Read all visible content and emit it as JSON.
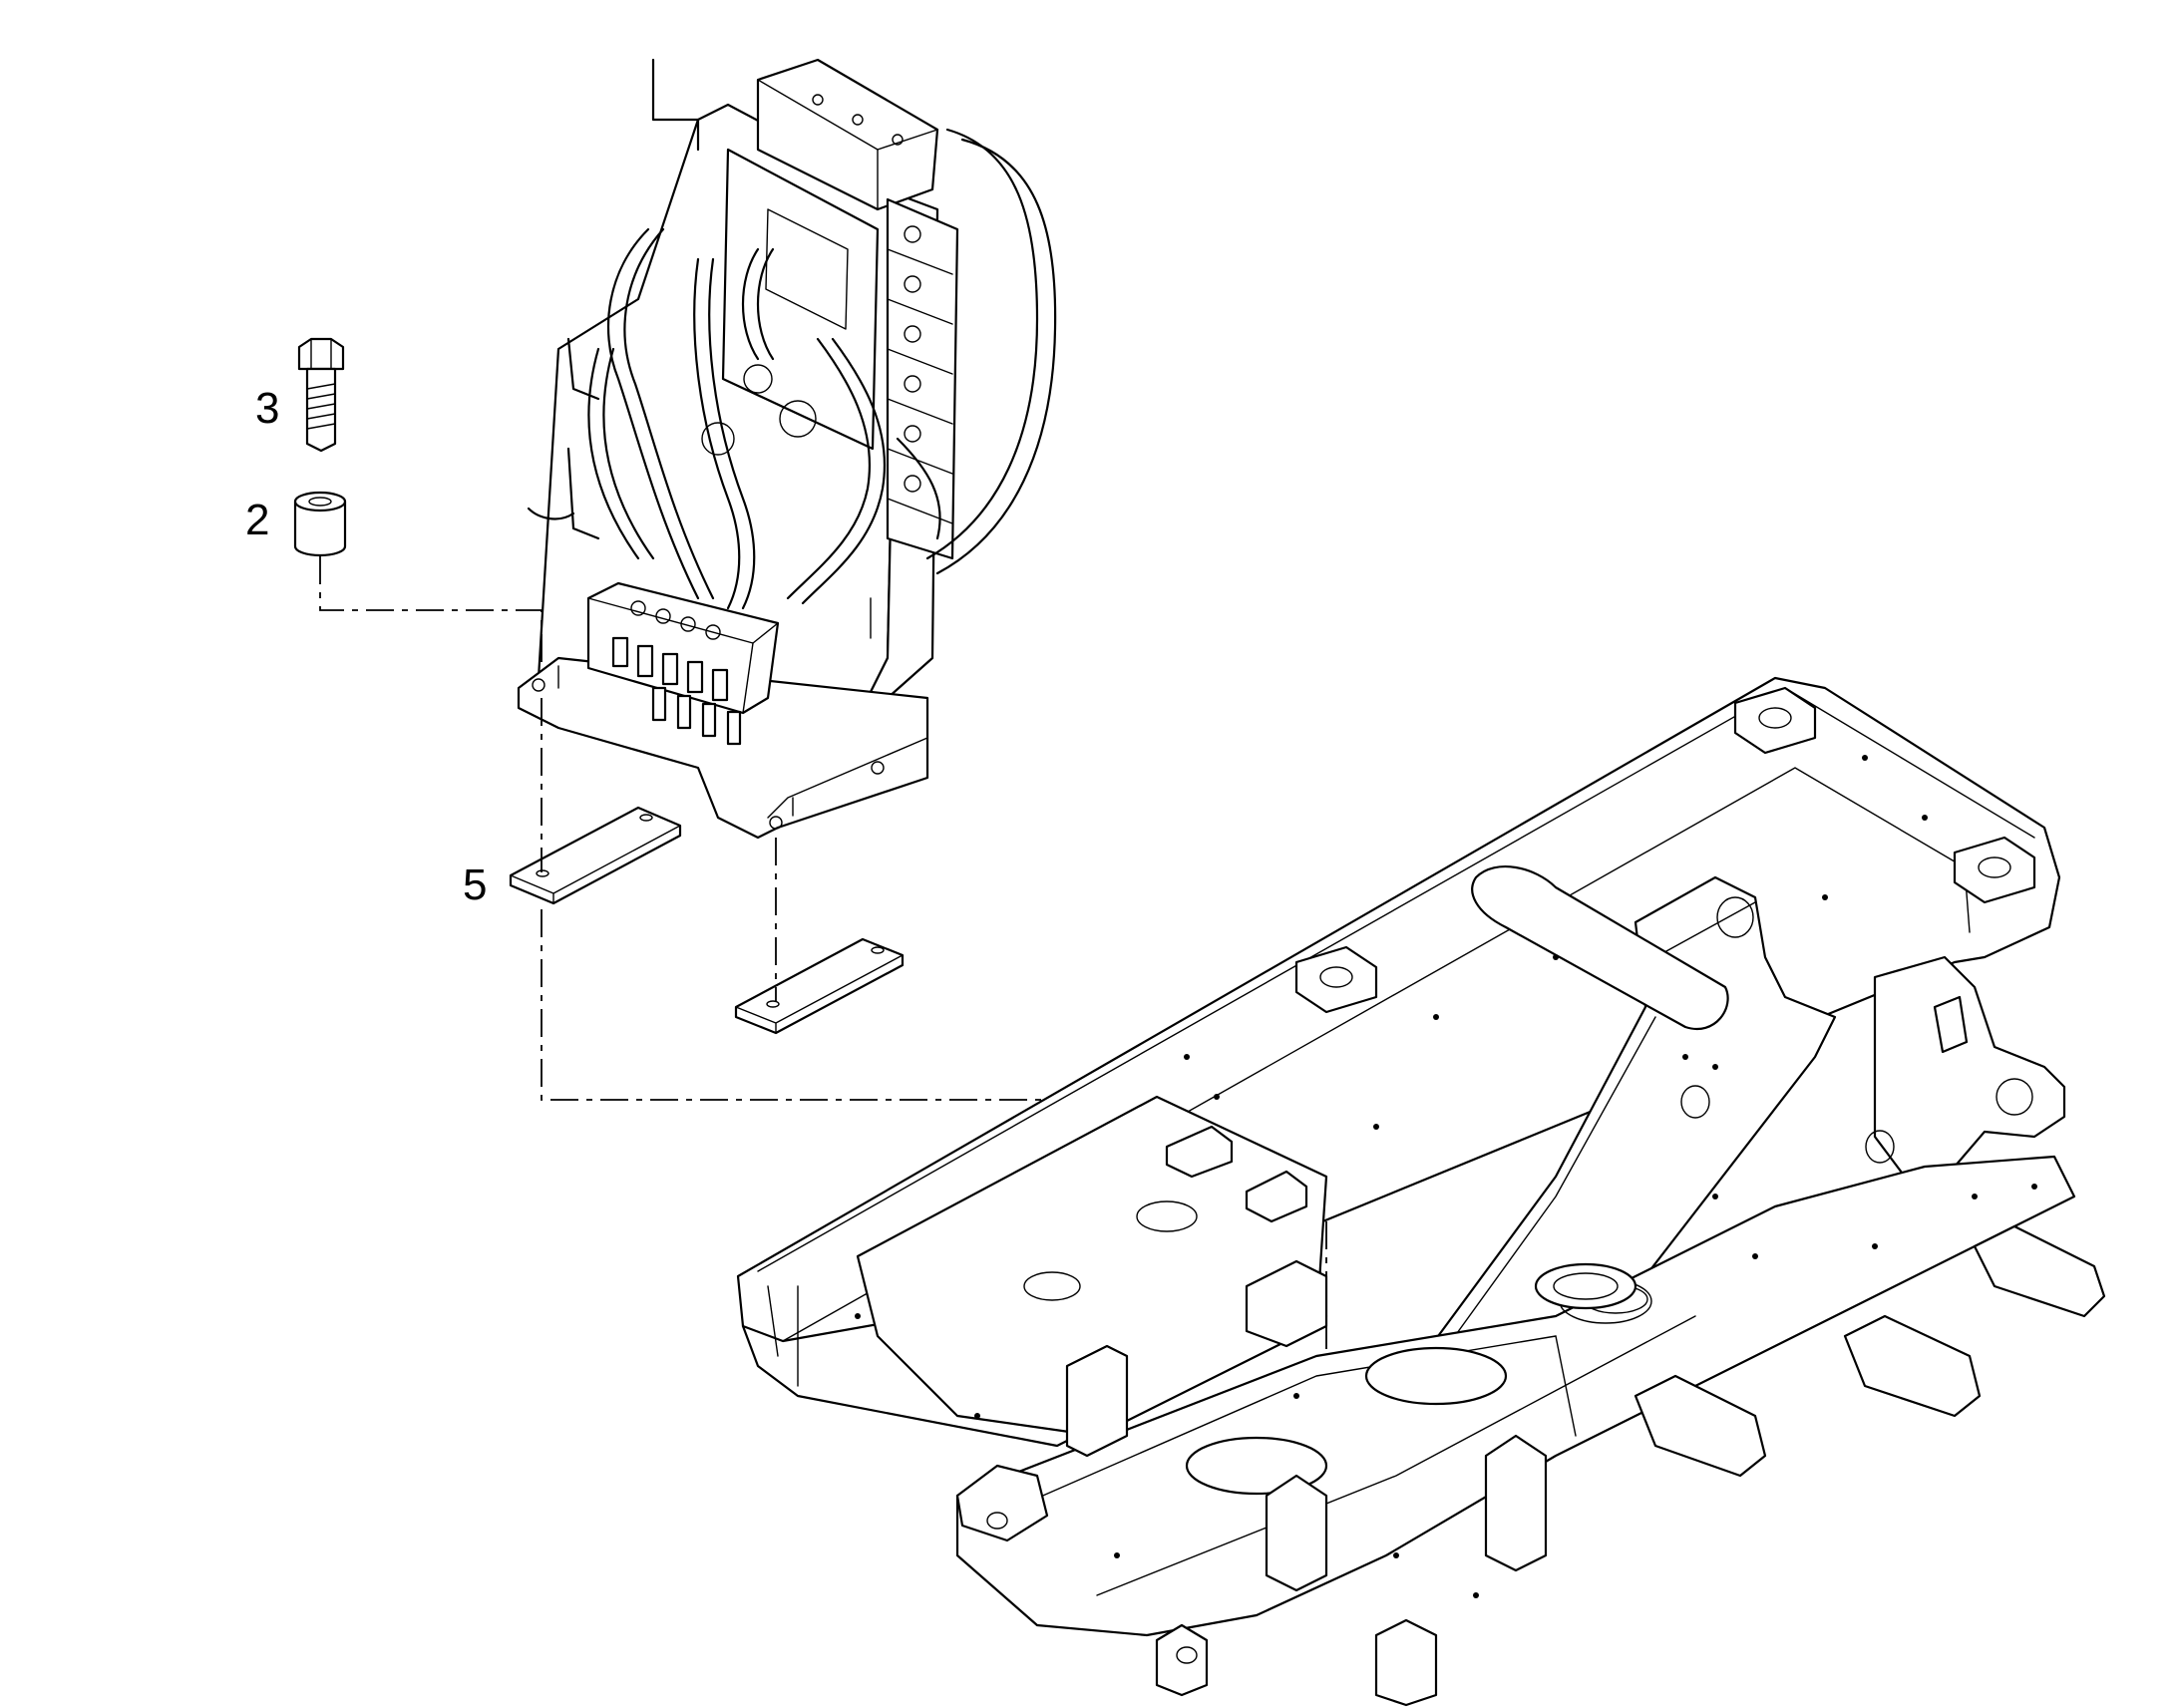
{
  "callouts": {
    "item_3": "3",
    "item_2": "2",
    "item_5": "5"
  },
  "colors": {
    "line": "#000000",
    "background": "#ffffff"
  }
}
